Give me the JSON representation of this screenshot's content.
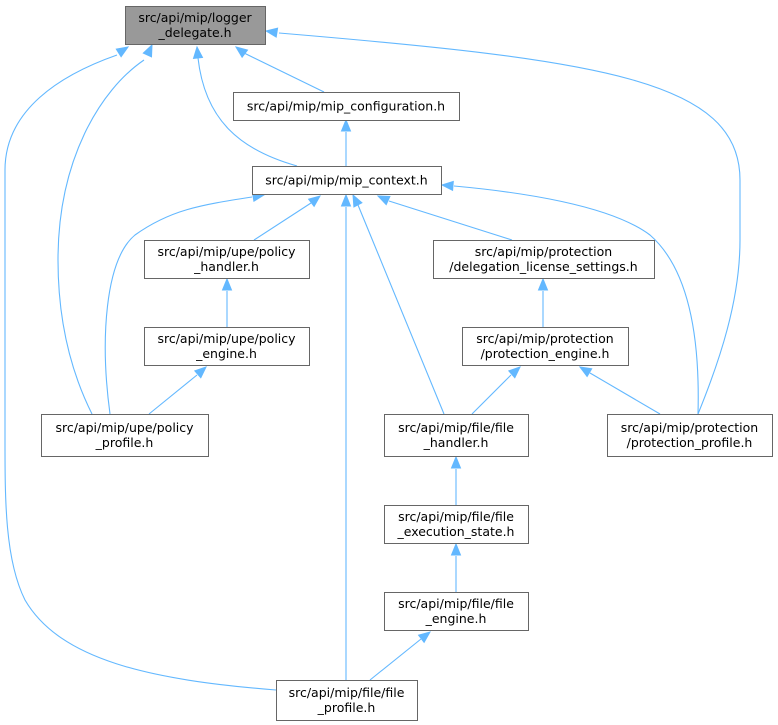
{
  "diagram": {
    "nodes": {
      "logger_delegate": {
        "lines": [
          "src/api/mip/logger",
          "_delegate.h"
        ],
        "highlighted": true
      },
      "mip_configuration": {
        "lines": [
          "src/api/mip/mip_configuration.h"
        ]
      },
      "mip_context": {
        "lines": [
          "src/api/mip/mip_context.h"
        ]
      },
      "policy_handler": {
        "lines": [
          "src/api/mip/upe/policy",
          "_handler.h"
        ]
      },
      "delegation_license_settings": {
        "lines": [
          "src/api/mip/protection",
          "/delegation_license_settings.h"
        ]
      },
      "policy_engine": {
        "lines": [
          "src/api/mip/upe/policy",
          "_engine.h"
        ]
      },
      "protection_engine": {
        "lines": [
          "src/api/mip/protection",
          "/protection_engine.h"
        ]
      },
      "policy_profile": {
        "lines": [
          "src/api/mip/upe/policy",
          "_profile.h"
        ]
      },
      "file_handler": {
        "lines": [
          "src/api/mip/file/file",
          "_handler.h"
        ]
      },
      "protection_profile": {
        "lines": [
          "src/api/mip/protection",
          "/protection_profile.h"
        ]
      },
      "file_execution_state": {
        "lines": [
          "src/api/mip/file/file",
          "_execution_state.h"
        ]
      },
      "file_engine": {
        "lines": [
          "src/api/mip/file/file",
          "_engine.h"
        ]
      },
      "file_profile": {
        "lines": [
          "src/api/mip/file/file",
          "_profile.h"
        ]
      }
    },
    "edges": [
      {
        "from": "mip_configuration",
        "to": "logger_delegate"
      },
      {
        "from": "mip_context",
        "to": "logger_delegate"
      },
      {
        "from": "policy_profile",
        "to": "logger_delegate"
      },
      {
        "from": "file_profile",
        "to": "logger_delegate"
      },
      {
        "from": "protection_profile",
        "to": "logger_delegate"
      },
      {
        "from": "mip_context",
        "to": "mip_configuration"
      },
      {
        "from": "policy_handler",
        "to": "mip_context"
      },
      {
        "from": "delegation_license_settings",
        "to": "mip_context"
      },
      {
        "from": "policy_profile",
        "to": "mip_context"
      },
      {
        "from": "file_handler",
        "to": "mip_context"
      },
      {
        "from": "file_profile",
        "to": "mip_context"
      },
      {
        "from": "protection_profile",
        "to": "mip_context"
      },
      {
        "from": "policy_engine",
        "to": "policy_handler"
      },
      {
        "from": "protection_engine",
        "to": "delegation_license_settings"
      },
      {
        "from": "policy_profile",
        "to": "policy_engine"
      },
      {
        "from": "file_handler",
        "to": "protection_engine"
      },
      {
        "from": "protection_profile",
        "to": "protection_engine"
      },
      {
        "from": "file_execution_state",
        "to": "file_handler"
      },
      {
        "from": "file_engine",
        "to": "file_execution_state"
      },
      {
        "from": "file_profile",
        "to": "file_engine"
      }
    ],
    "colors": {
      "edge": "#63b8ff",
      "root_fill": "#999999",
      "border": "#666666"
    }
  }
}
